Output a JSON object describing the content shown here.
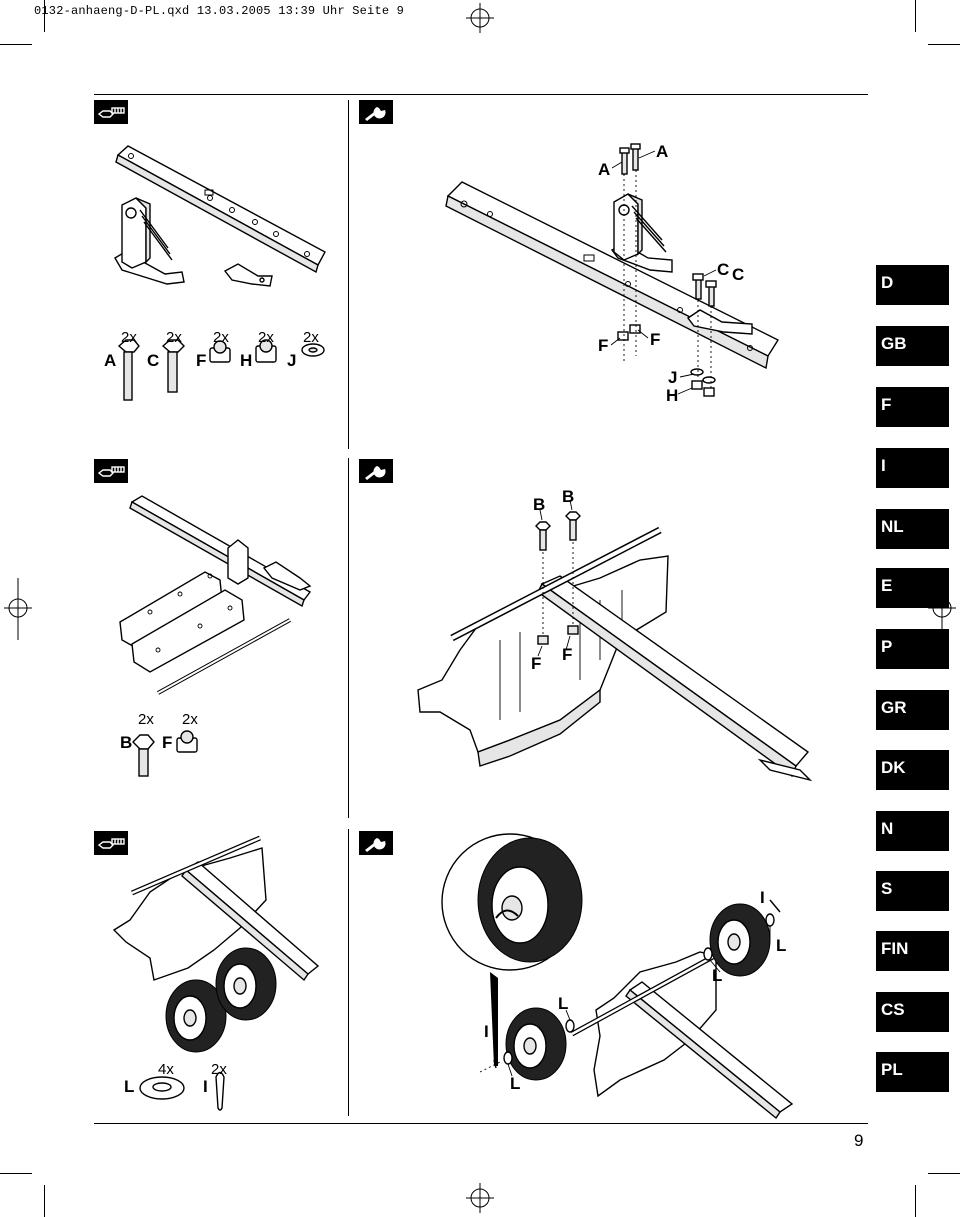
{
  "header": {
    "file_info": "0132-anhaeng-D-PL.qxd  13.03.2005 13:39 Uhr  Seite 9"
  },
  "page_number": "9",
  "language_tabs": [
    "D",
    "GB",
    "F",
    "I",
    "NL",
    "E",
    "P",
    "GR",
    "DK",
    "N",
    "S",
    "FIN",
    "CS",
    "PL"
  ],
  "icons": {
    "parts": "bolt-and-nut-icon",
    "tools": "wrench-icon"
  },
  "step1": {
    "parts": [
      {
        "count": "2x",
        "label": "A"
      },
      {
        "count": "2x",
        "label": "C"
      },
      {
        "count": "2x",
        "label": "F"
      },
      {
        "count": "2x",
        "label": "H"
      },
      {
        "count": "2x",
        "label": "J"
      }
    ],
    "callouts": [
      "A",
      "A",
      "C",
      "C",
      "F",
      "F",
      "J",
      "H"
    ]
  },
  "step2": {
    "parts": [
      {
        "count": "2x",
        "label": "B"
      },
      {
        "count": "2x",
        "label": "F"
      }
    ],
    "callouts": [
      "B",
      "B",
      "F",
      "F"
    ]
  },
  "step3": {
    "parts": [
      {
        "count": "4x",
        "label": "L"
      },
      {
        "count": "2x",
        "label": "I"
      }
    ],
    "callouts": [
      "I",
      "L",
      "L",
      "L",
      "I",
      "L"
    ]
  }
}
